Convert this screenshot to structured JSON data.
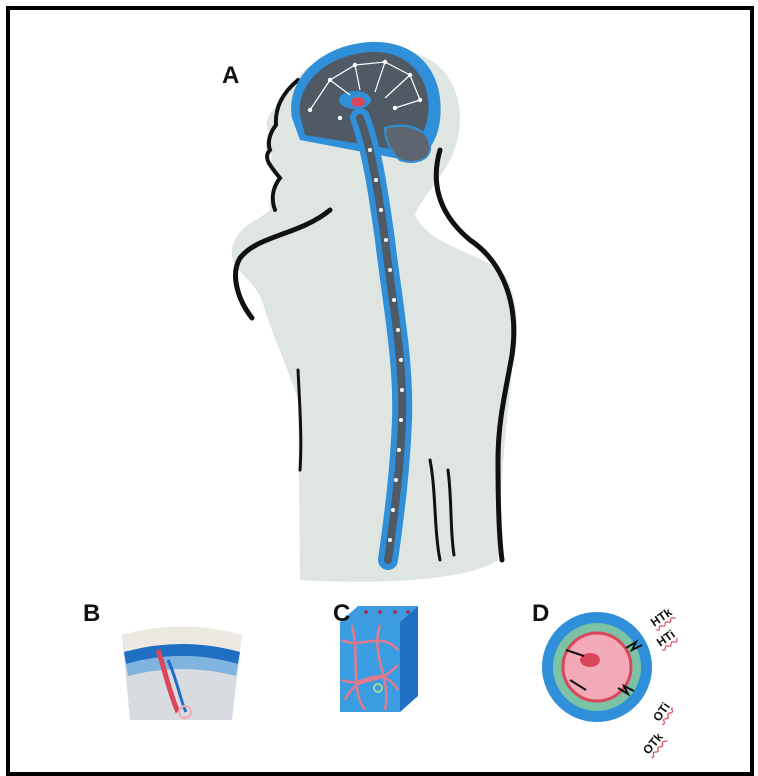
{
  "panels": {
    "a": {
      "label": "A"
    },
    "b": {
      "label": "B"
    },
    "c": {
      "label": "C"
    },
    "d": {
      "label": "D"
    }
  },
  "d_labels": {
    "htk": "HTk",
    "hti": "HTi",
    "oti": "OTi",
    "otk": "OTk"
  },
  "colors": {
    "body_fill": "#dfe6e1",
    "body_outline": "#111111",
    "csf_blue": "#2f8fd8",
    "brain_dark": "#4f5a64",
    "vessel_red": "#d9475a",
    "tissue_pink": "#f2a9b8",
    "membrane_green": "#9fd7a0"
  }
}
